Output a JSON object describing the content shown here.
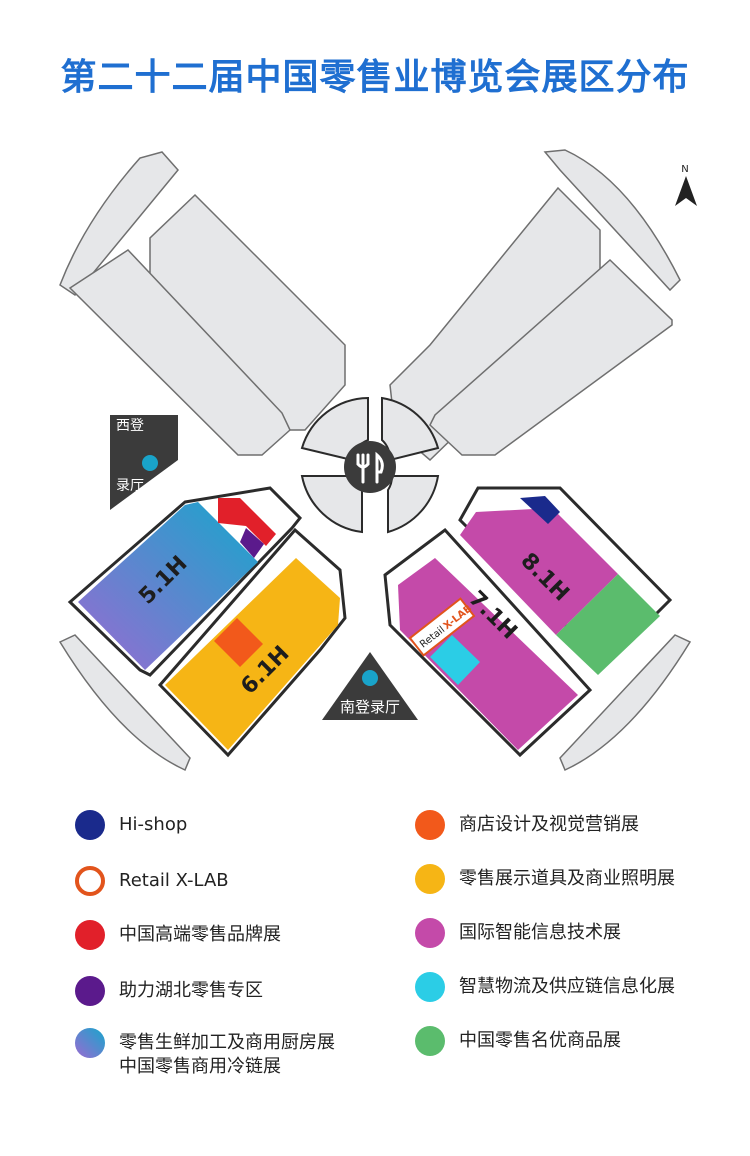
{
  "page": {
    "title": "第二十二届中国零售业博览会展区分布",
    "title_color": "#1f6fd1"
  },
  "map": {
    "compass_label": "N",
    "halls": [
      {
        "label": "5.1H"
      },
      {
        "label": "6.1H"
      },
      {
        "label": "7.1H"
      },
      {
        "label": "8.1H"
      }
    ],
    "registration": {
      "west": "西登录厅",
      "south": "南登录厅"
    },
    "badge": {
      "text_a": "Retail",
      "text_b": "X-LAB"
    },
    "center_icon": "fork-knife-icon",
    "colors": {
      "building_gray": "#e6e7e9",
      "outline": "#2b2b2b",
      "hi_shop": "#1a2a8c",
      "retail_xlab": "#e2541c",
      "high_end_brand": "#e1202a",
      "hubei": "#5b1a8c",
      "fresh_food_from": "#9a6ad1",
      "fresh_food_to": "#17a6cc",
      "store_design": "#f2591b",
      "retail_display": "#f6b515",
      "smart_info_tech": "#c44aa9",
      "smart_logistics": "#2bcde6",
      "famous_products": "#5bbc6d",
      "registration_dark": "#3b3b3b",
      "registration_icon": "#19a3c9"
    }
  },
  "legend": {
    "left": [
      {
        "label": "Hi-shop",
        "color": "#1a2a8c",
        "ring": false
      },
      {
        "label": "Retail X-LAB",
        "color": "#e2541c",
        "ring": true
      },
      {
        "label": "中国高端零售品牌展",
        "color": "#e1202a",
        "ring": false
      },
      {
        "label": "助力湖北零售专区",
        "color": "#5b1a8c",
        "ring": false
      },
      {
        "label": "零售生鲜加工及商用厨房展",
        "label2": "中国零售商用冷链展",
        "color": "#17a6cc",
        "gradient": true
      }
    ],
    "right": [
      {
        "label": "商店设计及视觉营销展",
        "color": "#f2591b"
      },
      {
        "label": "零售展示道具及商业照明展",
        "color": "#f6b515"
      },
      {
        "label": "国际智能信息技术展",
        "color": "#c44aa9"
      },
      {
        "label": "智慧物流及供应链信息化展",
        "color": "#2bcde6"
      },
      {
        "label": "中国零售名优商品展",
        "color": "#5bbc6d"
      }
    ]
  }
}
